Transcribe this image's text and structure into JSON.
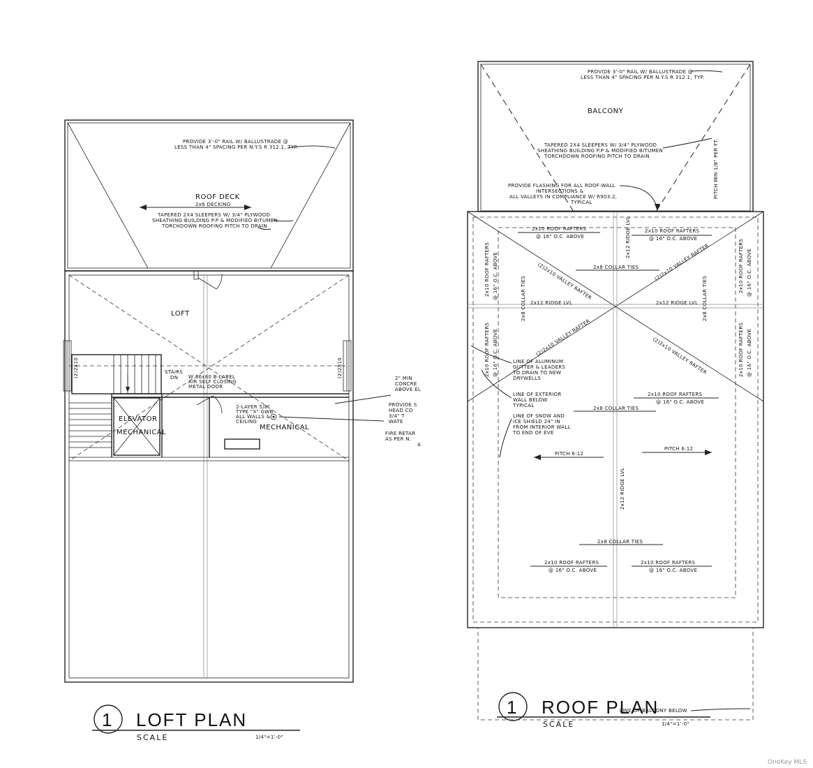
{
  "loft": {
    "deck_rail_note_1": "PROVIDE 3'-0\" RAIL W/ BALLUSTRADE @",
    "deck_rail_note_2": "LESS THAN 4\" SPACING PER N.Y.S R 312.1, TYP.",
    "roof_deck": "ROOF DECK",
    "decking": "2x6 DECKING",
    "sleepers_1": "TAPERED 2X4 SLEEPERS W/ 3/4\" PLYWOOD",
    "sleepers_2": "SHEATHING BUILDING P.P & MODIFIED BITUMEN",
    "sleepers_3": "TORCHDOWN ROOFING PITCH TO DRAIN",
    "loft_label": "LOFT",
    "stairs": "STAIRS",
    "stairs_dn": "DN",
    "header_left": "(2)2X10",
    "header_right": "(2)2X10",
    "door_note_1": "W 36x80 B-LABEL",
    "door_note_2": "AIR SELF CLOSING",
    "door_note_3": "METAL DOOR",
    "gwb_note_1": "2-LAYER 5/8\"",
    "gwb_note_2": "TYPE \"X\" GWB",
    "gwb_note_3": "ALL WALLS &",
    "gwb_note_4": "CEILING",
    "elevator": "ELEVATOR",
    "mechanical_left": "MECHANICAL",
    "mechanical_room": "MECHANICAL",
    "side_note_1a": "2\" MIN",
    "side_note_1b": "CONCRE",
    "side_note_1c": "ABOVE EL",
    "side_note_2a": "PROVIDE S",
    "side_note_2b": "HEAD CO",
    "side_note_2c": "3/4\" T",
    "side_note_2d": "WATE",
    "side_note_3a": "FIRE RETAR",
    "side_note_3b": "AS PER N.",
    "side_note_3c": "A",
    "title_num": "1",
    "title": "LOFT PLAN",
    "scale_label": "SCALE",
    "scale_value": "1/4\"=1'-0\""
  },
  "roof": {
    "rail_note_1": "PROVIDE 3'-0\" RAIL W/ BALLUSTRADE @",
    "rail_note_2": "LESS THAN 4\" SPACING PER N.Y.S R 312.1, TYP.",
    "balcony": "BALCONY",
    "sleepers_1": "TAPERED 2X4 SLEEPERS W/ 3/4\" PLYWOOD",
    "sleepers_2": "SHEATHING BUILDING P.P & MODIFIED BITUMEN",
    "sleepers_3": "TORCHDOWN ROOFING PITCH TO DRAIN",
    "flashing_1": "PROVIDE FLASHING FOR ALL ROOF-WALL",
    "flashing_2": "INTERSECTIONS &",
    "flashing_3": "ALL VALLEYS IN COMPLIANCE W/ R903.2,",
    "flashing_4": "TYPICAL",
    "pitch_min": "PITCH MIN 1/8\" PER FT.",
    "rafters": "2x10 ROOF RAFTERS",
    "rafters_oc": "@ 16\" O.C. ABOVE",
    "rafters_vertical": "2x10 ROOF RAFTERS",
    "rafters_vertical_oc": "@ 16\" O.C. ABOVE",
    "ridge_lvl": "2x12 RIDGE LVL",
    "collar_ties": "2x8 COLLAR TIES",
    "valley_rafter": "(2)2x10 VALLEY RAFTER",
    "gutter_1": "LINE OF ALUMINUM",
    "gutter_2": "GUTTER & LEADERS",
    "gutter_3": "TO DRAIN TO NEW",
    "gutter_4": "DRYWELLS",
    "ext_wall_1": "LINE OF EXTERIOR",
    "ext_wall_2": "WALL BELOW",
    "ext_wall_3": "TYPICAL",
    "ice_1": "LINE OF SNOW AND",
    "ice_2": "ICE SHIELD 24\" IN",
    "ice_3": "FROM INTERIOR WALL",
    "ice_4": "TO END OF EVE",
    "pitch": "PITCH 6:12",
    "balcony_below": "LINE OF BALCONY BELOW",
    "title_num": "1",
    "title": "ROOF PLAN",
    "scale_label": "SCALE",
    "scale_value": "1/4\"=1'-0\""
  },
  "watermark": "OneKey MLS"
}
